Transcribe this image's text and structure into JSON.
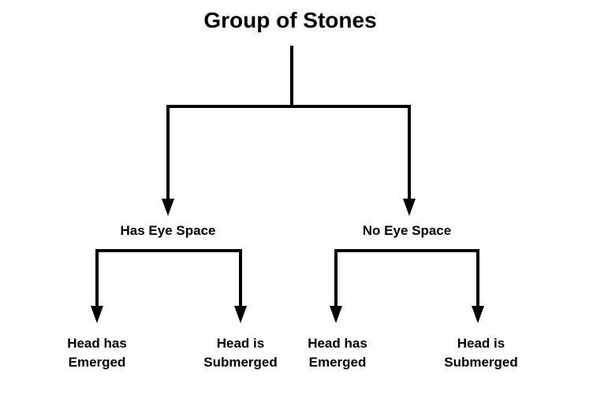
{
  "title": "Group of Stones",
  "branches": [
    {
      "label": "Has Eye Space",
      "leaves": [
        {
          "line1": "Head has",
          "line2": "Emerged"
        },
        {
          "line1": "Head is",
          "line2": "Submerged"
        }
      ]
    },
    {
      "label": "No Eye Space",
      "leaves": [
        {
          "line1": "Head has",
          "line2": "Emerged"
        },
        {
          "line1": "Head is",
          "line2": "Submerged"
        }
      ]
    }
  ],
  "colors": {
    "line": "#000000",
    "text": "#000000",
    "background": "#ffffff"
  }
}
